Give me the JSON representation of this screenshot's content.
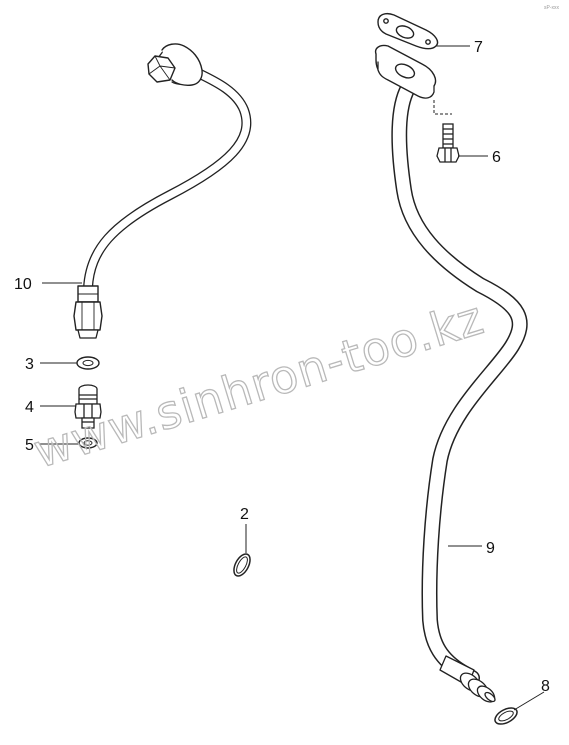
{
  "corner_mark": "sP-xxx",
  "watermark": "www.sinhron-too.kz",
  "callouts": [
    {
      "id": "c1",
      "label": "7"
    },
    {
      "id": "c2",
      "label": "6"
    },
    {
      "id": "c3",
      "label": "10"
    },
    {
      "id": "c4",
      "label": "3"
    },
    {
      "id": "c5",
      "label": "4"
    },
    {
      "id": "c6",
      "label": "5"
    },
    {
      "id": "c7",
      "label": "2"
    },
    {
      "id": "c8",
      "label": "9"
    },
    {
      "id": "c9",
      "label": "8"
    }
  ]
}
